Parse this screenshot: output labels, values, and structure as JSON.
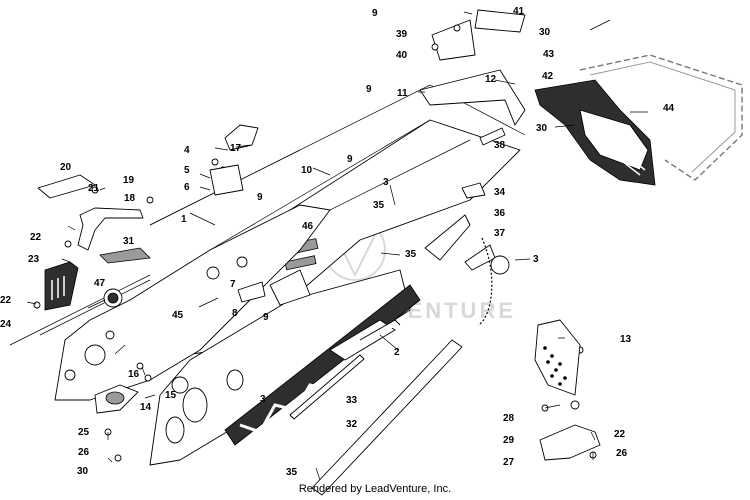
{
  "watermark": "LEADVENTURE",
  "credit": "Rendered by LeadVenture, Inc.",
  "callouts": [
    "1",
    "2",
    "3",
    "3",
    "3",
    "4",
    "5",
    "6",
    "7",
    "8",
    "9",
    "9",
    "9",
    "9",
    "9",
    "10",
    "11",
    "12",
    "13",
    "14",
    "15",
    "16",
    "17",
    "18",
    "19",
    "20",
    "21",
    "22",
    "22",
    "22",
    "23",
    "24",
    "25",
    "26",
    "26",
    "27",
    "28",
    "29",
    "30",
    "30",
    "30",
    "31",
    "32",
    "33",
    "34",
    "35",
    "35",
    "35",
    "36",
    "37",
    "38",
    "39",
    "40",
    "41",
    "42",
    "43",
    "44",
    "45",
    "46",
    "47"
  ]
}
